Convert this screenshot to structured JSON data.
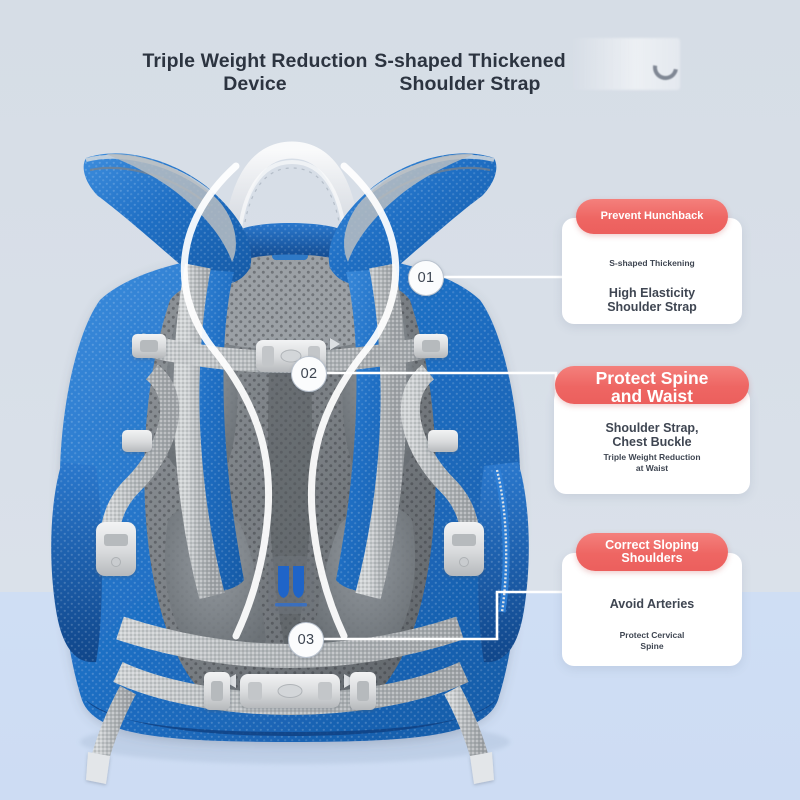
{
  "page": {
    "background_top_color": "#d6dde6",
    "background_bottom_color": "#cfdef4",
    "accent_color": "#ee6663",
    "product_blue": "#1f6fc4",
    "product_gray": "#8d9298"
  },
  "headings": {
    "left": "Triple Weight Reduction\nDevice",
    "right": "S-shaped Thickened\nShoulder Strap"
  },
  "markers": [
    {
      "id": "01",
      "label": "01"
    },
    {
      "id": "02",
      "label": "02"
    },
    {
      "id": "03",
      "label": "03"
    }
  ],
  "callouts": [
    {
      "pill": "Prevent Hunchback",
      "line_a": "S-shaped Thickening",
      "line_b": "High Elasticity\nShoulder Strap"
    },
    {
      "pill": "Protect Spine\nand Waist",
      "line_a": "Shoulder Strap,\nChest Buckle",
      "line_b": "Triple Weight Reduction\nat Waist"
    },
    {
      "pill": "Correct Sloping\nShoulders",
      "line_a": "Avoid Arteries",
      "line_b": "Protect Cervical\nSpine"
    }
  ],
  "product": {
    "name": "ergonomic-school-backpack-rear-view",
    "alt": "Blue and gray backpack shown from the back with shoulder straps, chest buckle and waist belt"
  }
}
